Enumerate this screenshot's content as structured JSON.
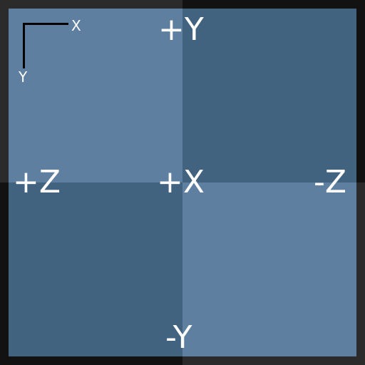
{
  "labels": {
    "plus_y": "+Y",
    "minus_y": "-Y",
    "plus_x": "+X",
    "plus_z": "+Z",
    "minus_z": "-Z"
  },
  "axis_indicator": {
    "x_label": "X",
    "y_label": "Y"
  },
  "colors": {
    "face_light": "#5e7f9f",
    "face_dark": "#426380",
    "border_light": "#2b2b2b",
    "border_dark": "#121212",
    "label": "#ffffff",
    "axis_line": "#000000"
  }
}
